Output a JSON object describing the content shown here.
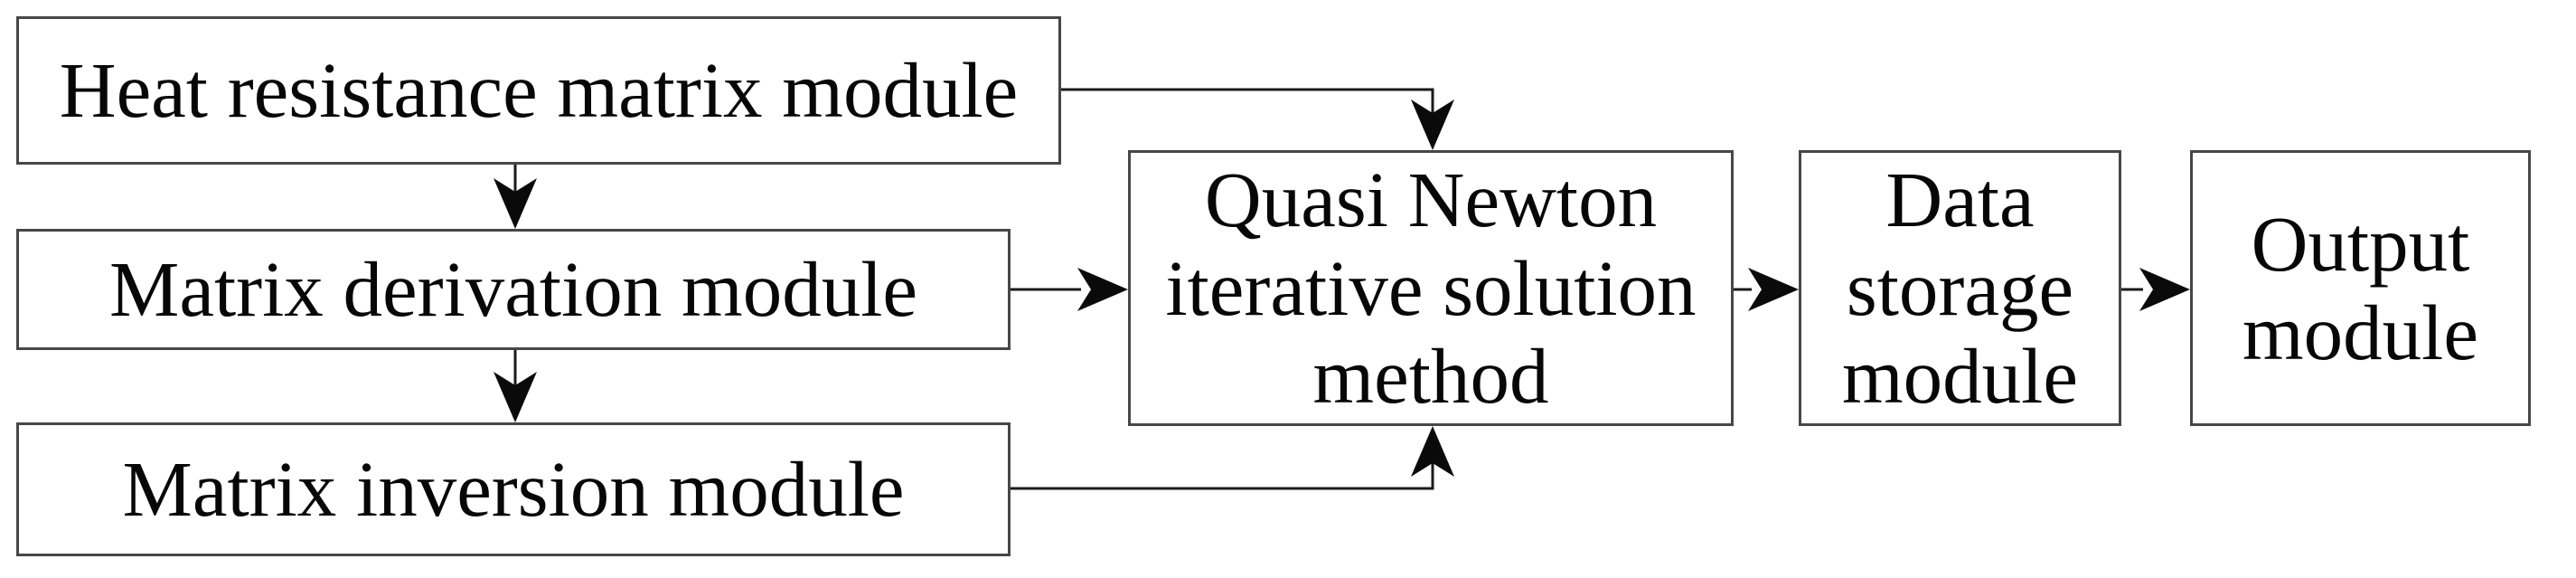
{
  "diagram": {
    "type": "flowchart",
    "direction": "left-to-right",
    "colors": {
      "background": "#ffffff",
      "box_border": "#474747",
      "box_fill": "#ffffff",
      "connector": "#1b1b1b",
      "arrowhead": "#0a0a0a",
      "text": "#070707"
    },
    "nodes": {
      "heat_resistance": {
        "label": "Heat resistance matrix module"
      },
      "matrix_derivation": {
        "label": "Matrix derivation module"
      },
      "matrix_inversion": {
        "label": "Matrix inversion module"
      },
      "quasi_newton": {
        "label": "Quasi Newton\niterative solution\nmethod"
      },
      "data_storage": {
        "label": "Data\nstorage\nmodule"
      },
      "output": {
        "label": "Output\nmodule"
      }
    },
    "edges": [
      {
        "from": "heat_resistance",
        "to": "matrix_derivation",
        "route": "straight-down"
      },
      {
        "from": "matrix_derivation",
        "to": "matrix_inversion",
        "route": "straight-down"
      },
      {
        "from": "heat_resistance",
        "to": "quasi_newton",
        "route": "right-then-down-into-top"
      },
      {
        "from": "matrix_derivation",
        "to": "quasi_newton",
        "route": "straight-right"
      },
      {
        "from": "matrix_inversion",
        "to": "quasi_newton",
        "route": "right-then-up-into-bottom"
      },
      {
        "from": "quasi_newton",
        "to": "data_storage",
        "route": "straight-right"
      },
      {
        "from": "data_storage",
        "to": "output",
        "route": "straight-right"
      }
    ]
  }
}
